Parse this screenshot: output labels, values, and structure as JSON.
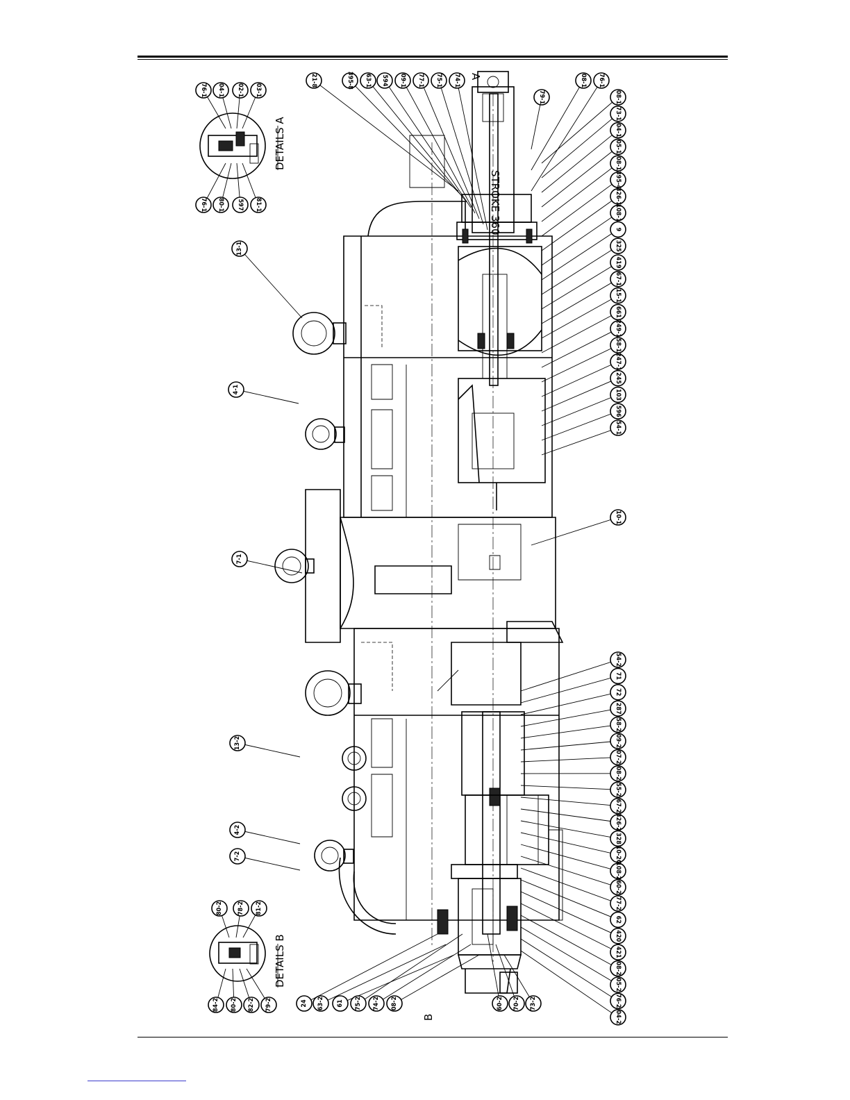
{
  "details": {
    "a_title": "DETAILS A",
    "b_title": "DETAILS B"
  },
  "view_markers": {
    "a": "A",
    "b": "B"
  },
  "stroke_label": "STROKE 360",
  "balloons": {
    "top_right": [
      "21-8",
      "395-8",
      "63-1",
      "594",
      "09-1",
      "77-1",
      "75-1",
      "74-1"
    ],
    "right_upper": [
      "79-1",
      "08-1",
      "76-1"
    ],
    "right_column_a": [
      "08-1",
      "73-1",
      "04-1",
      "05-1",
      "08-1",
      "395-4",
      "326-1",
      "108-1",
      "9",
      "325",
      "419",
      "67-1",
      "15-1",
      "661",
      "249-1",
      "58-1",
      "247-1",
      "245",
      "103",
      "596",
      "54-1"
    ],
    "right_middle": [
      "10-1"
    ],
    "right_column_b": [
      "54-2",
      "71",
      "72",
      "287",
      "58-2",
      "09-2",
      "07-2",
      "08-2",
      "55-2",
      "67-2",
      "326-2",
      "328",
      "10-2C",
      "108-2",
      "60-2",
      "77-2",
      "62",
      "420",
      "421",
      "08-2",
      "05-2",
      "76-2",
      "04-2"
    ],
    "bottom_row": [
      "24",
      "63-2",
      "61",
      "75-2",
      "74-2",
      "08-2",
      "60-2",
      "70-2",
      "73-2"
    ],
    "left_column": [
      "13-1",
      "4-1",
      "7-1",
      "13-2",
      "4-2",
      "7-2"
    ],
    "details_a_top": [
      "76-1",
      "04-1",
      "02-1",
      "03-1"
    ],
    "details_a_bottom": [
      "76-1",
      "80-1",
      "597",
      "81-1"
    ],
    "details_b_top": [
      "80-2",
      "78-2",
      "81-2"
    ],
    "details_b_bottom": [
      "84-2",
      "80-2",
      "82-2",
      "79-2"
    ]
  }
}
